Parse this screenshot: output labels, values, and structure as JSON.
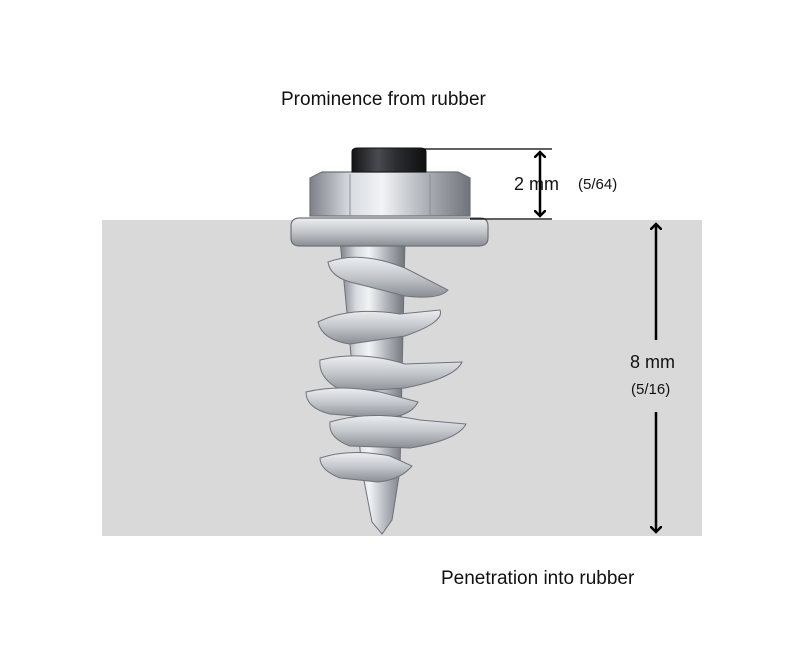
{
  "labels": {
    "prominence_title": "Prominence from rubber",
    "penetration_title": "Penetration into rubber"
  },
  "dimensions": {
    "prominence": {
      "value": "2 mm",
      "fraction": "(5/64)"
    },
    "penetration": {
      "value": "8 mm",
      "fraction": "(5/16)"
    }
  },
  "colors": {
    "rubber": "#d9d9d9",
    "metal_light": "#e4e6ea",
    "metal_mid": "#aeb2b8",
    "metal_dark": "#6e7278",
    "carbide_tip": "#2a2a2c",
    "dimension_line": "#000000"
  },
  "icons": {
    "stud": "ice-stud-screw-icon"
  }
}
